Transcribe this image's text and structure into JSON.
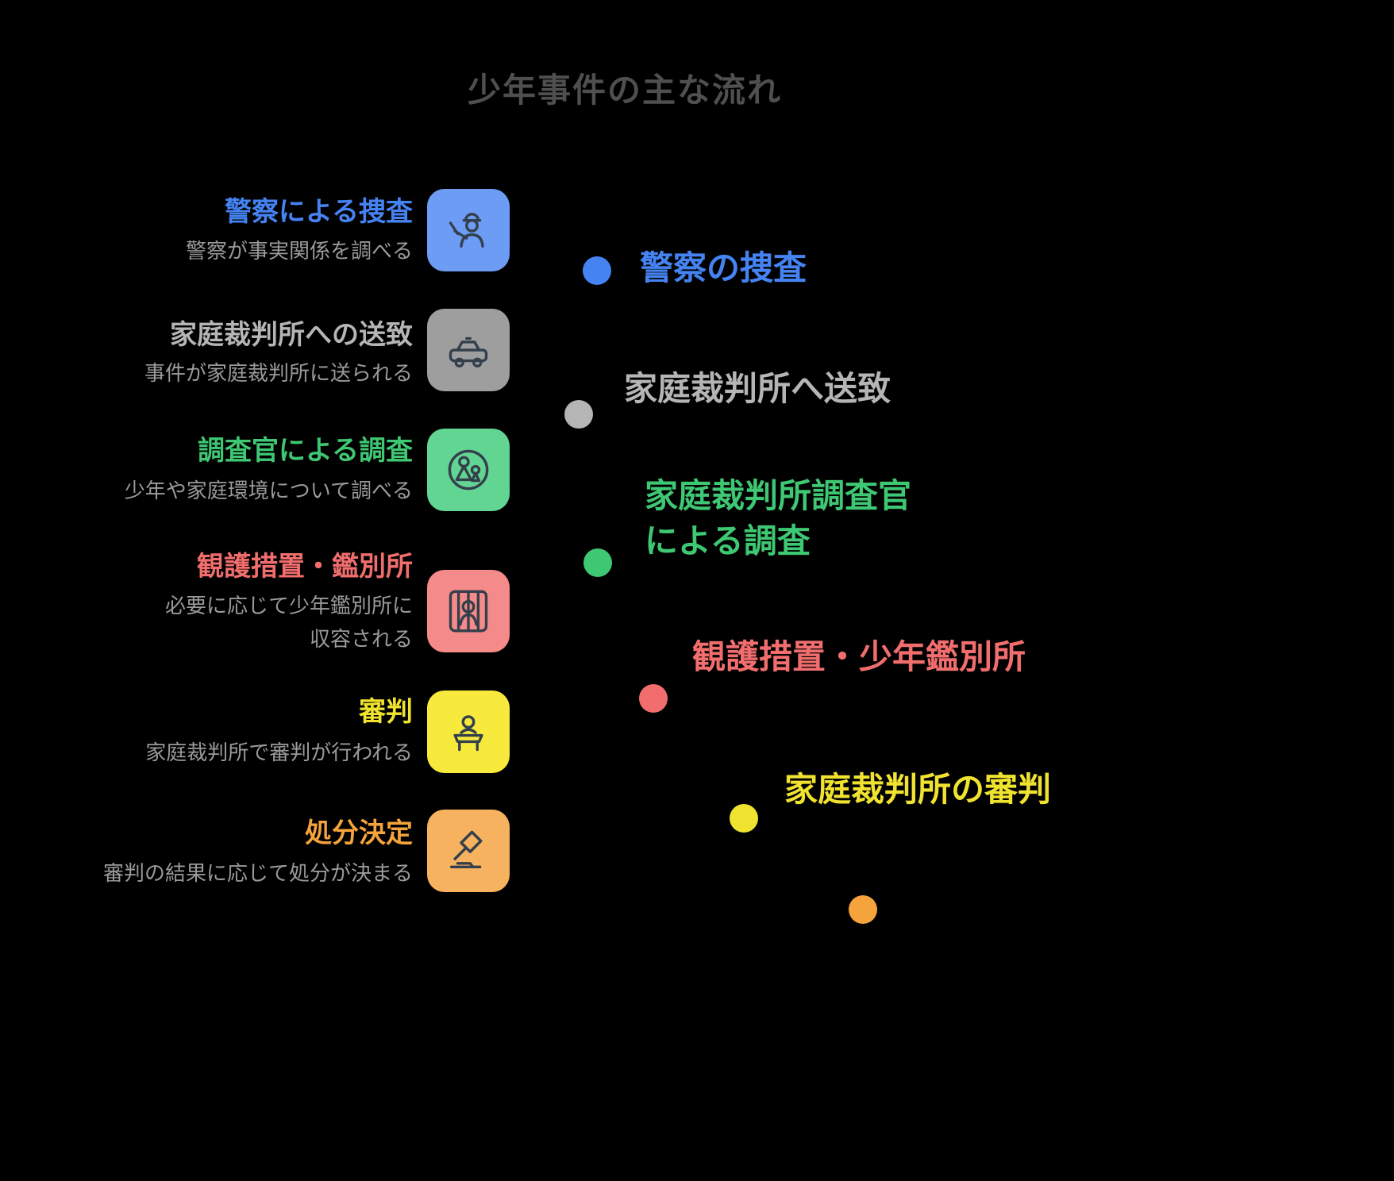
{
  "colors": {
    "background": "#000000",
    "title": "#4f4f4f",
    "description": "#9a9a9a"
  },
  "title": "少年事件の主な流れ",
  "steps": [
    {
      "title": "警察による捜査",
      "description": "警察が事実関係を調べる",
      "color": "#4583f2",
      "icon_bg": "#6d9cf5",
      "icon": "police-officer-icon"
    },
    {
      "title": "家庭裁判所への送致",
      "description": "事件が家庭裁判所に送られる",
      "color": "#b5b5b5",
      "icon_bg": "#9e9e9e",
      "icon": "police-car-icon"
    },
    {
      "title": "調査官による調査",
      "description": "少年や家庭環境について調べる",
      "color": "#3ec873",
      "icon_bg": "#62d593",
      "icon": "family-investigation-icon"
    },
    {
      "title": "観護措置・鑑別所",
      "description": "必要に応じて少年鑑別所に\n収容される",
      "color": "#f26e6e",
      "icon_bg": "#f58a8a",
      "icon": "detention-bars-icon"
    },
    {
      "title": "審判",
      "description": "家庭裁判所で審判が行われる",
      "color": "#f0e32f",
      "icon_bg": "#f7ea3d",
      "icon": "judge-bench-icon"
    },
    {
      "title": "処分決定",
      "description": "審判の結果に応じて処分が決まる",
      "color": "#f5a33c",
      "icon_bg": "#f7b260",
      "icon": "gavel-icon"
    }
  ],
  "timeline": [
    {
      "label": "警察の捜査",
      "color": "#4583f2"
    },
    {
      "label": "家庭裁判所へ送致",
      "color": "#b5b5b5"
    },
    {
      "label": "家庭裁判所調査官\nによる調査",
      "color": "#3ec873"
    },
    {
      "label": "観護措置・少年鑑別所",
      "color": "#f26e6e"
    },
    {
      "label": "家庭裁判所の審判",
      "color": "#f0e32f"
    },
    {
      "label": "",
      "color": "#f5a33c"
    }
  ]
}
